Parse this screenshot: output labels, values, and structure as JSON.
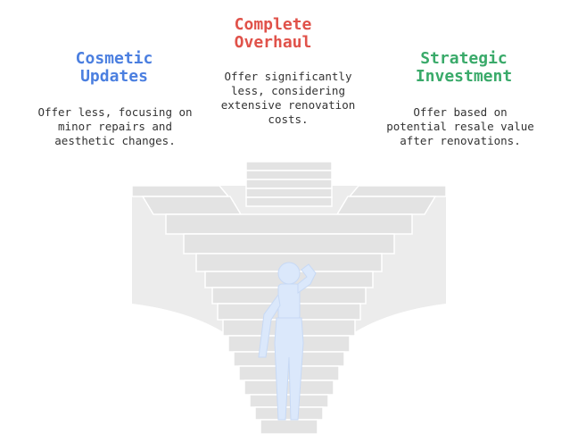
{
  "options": [
    {
      "id": "cosmetic",
      "title_line1": "Cosmetic",
      "title_line2": "Updates",
      "desc_lines": [
        "Offer less, focusing on",
        "minor repairs and",
        "aesthetic changes."
      ],
      "color": "#4b7fe0"
    },
    {
      "id": "overhaul",
      "title_line1": "Complete",
      "title_line2": "Overhaul",
      "desc_lines": [
        "Offer significantly",
        "less, considering",
        "extensive renovation",
        "costs."
      ],
      "color": "#e0524a"
    },
    {
      "id": "strategic",
      "title_line1": "Strategic",
      "title_line2": "Investment",
      "desc_lines": [
        "Offer based on",
        "potential resale value",
        "after renovations."
      ],
      "color": "#3aaa6a"
    }
  ],
  "figure": {
    "icon": "thinking-person-icon",
    "stair_color": "#e6e6e6",
    "person_color": "#dbe8fb"
  }
}
